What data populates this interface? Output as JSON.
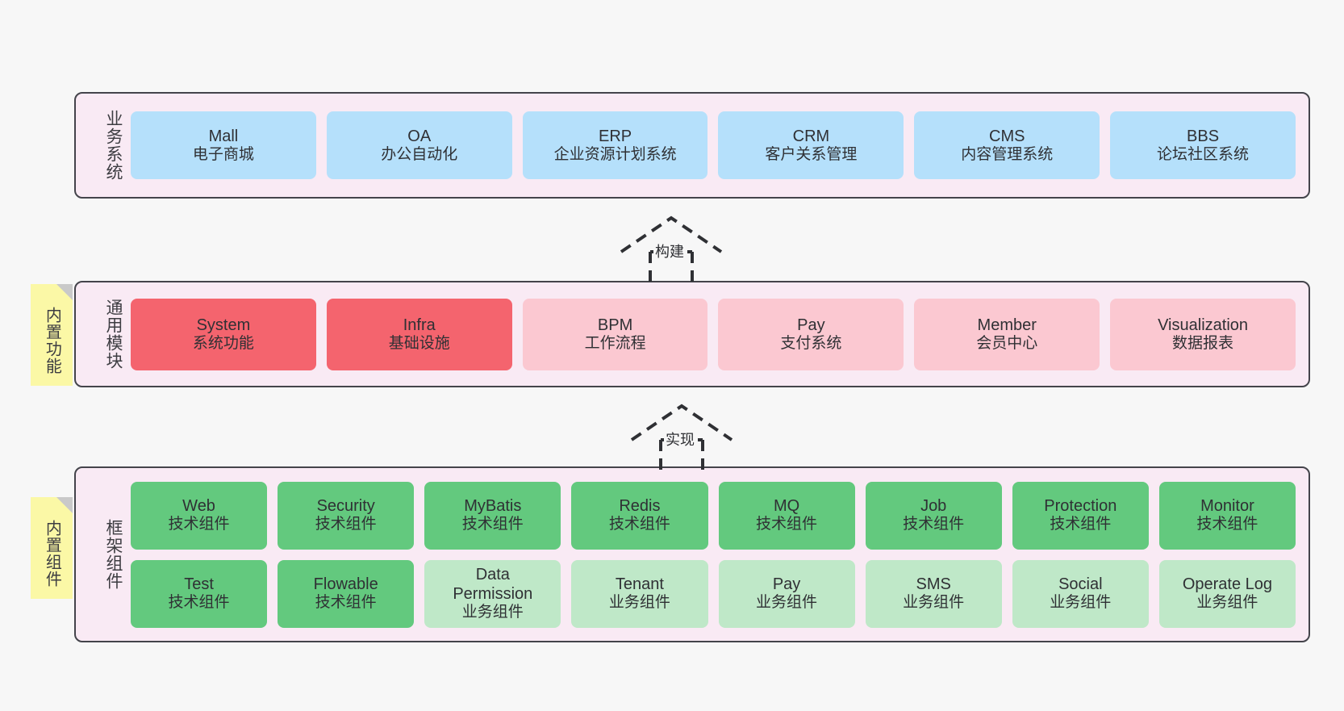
{
  "diagram": {
    "background": "#f7f7f7",
    "band_fill": "#f9eaf4",
    "band_border": "#44444b",
    "note_fill": "#fbf8a6",
    "note_fold": "#c9c9c9"
  },
  "layers": [
    {
      "id": "business",
      "title": "业务系统",
      "note": null,
      "rows": [
        {
          "items": [
            {
              "name": "Mall",
              "desc": "电子商城",
              "color": "#b5e0fb"
            },
            {
              "name": "OA",
              "desc": "办公自动化",
              "color": "#b5e0fb"
            },
            {
              "name": "ERP",
              "desc": "企业资源计划系统",
              "color": "#b5e0fb"
            },
            {
              "name": "CRM",
              "desc": "客户关系管理",
              "color": "#b5e0fb"
            },
            {
              "name": "CMS",
              "desc": "内容管理系统",
              "color": "#b5e0fb"
            },
            {
              "name": "BBS",
              "desc": "论坛社区系统",
              "color": "#b5e0fb"
            }
          ]
        }
      ]
    },
    {
      "id": "common-module",
      "title": "通用模块",
      "note": "内置功能",
      "rows": [
        {
          "items": [
            {
              "name": "System",
              "desc": "系统功能",
              "color": "#f4646e"
            },
            {
              "name": "Infra",
              "desc": "基础设施",
              "color": "#f4646e"
            },
            {
              "name": "BPM",
              "desc": "工作流程",
              "color": "#fbc8d1"
            },
            {
              "name": "Pay",
              "desc": "支付系统",
              "color": "#fbc8d1"
            },
            {
              "name": "Member",
              "desc": "会员中心",
              "color": "#fbc8d1"
            },
            {
              "name": "Visualization",
              "desc": "数据报表",
              "color": "#fbc8d1"
            }
          ]
        }
      ]
    },
    {
      "id": "framework",
      "title": "框架组件",
      "note": "内置组件",
      "rows": [
        {
          "items": [
            {
              "name": "Web",
              "desc": "技术组件",
              "color": "#63c97e"
            },
            {
              "name": "Security",
              "desc": "技术组件",
              "color": "#63c97e"
            },
            {
              "name": "MyBatis",
              "desc": "技术组件",
              "color": "#63c97e"
            },
            {
              "name": "Redis",
              "desc": "技术组件",
              "color": "#63c97e"
            },
            {
              "name": "MQ",
              "desc": "技术组件",
              "color": "#63c97e"
            },
            {
              "name": "Job",
              "desc": "技术组件",
              "color": "#63c97e"
            },
            {
              "name": "Protection",
              "desc": "技术组件",
              "color": "#63c97e"
            },
            {
              "name": "Monitor",
              "desc": "技术组件",
              "color": "#63c97e"
            }
          ]
        },
        {
          "items": [
            {
              "name": "Test",
              "desc": "技术组件",
              "color": "#63c97e"
            },
            {
              "name": "Flowable",
              "desc": "技术组件",
              "color": "#63c97e"
            },
            {
              "name": "Data Permission",
              "desc": "业务组件",
              "color": "#bfe8c8"
            },
            {
              "name": "Tenant",
              "desc": "业务组件",
              "color": "#bfe8c8"
            },
            {
              "name": "Pay",
              "desc": "业务组件",
              "color": "#bfe8c8"
            },
            {
              "name": "SMS",
              "desc": "业务组件",
              "color": "#bfe8c8"
            },
            {
              "name": "Social",
              "desc": "业务组件",
              "color": "#bfe8c8"
            },
            {
              "name": "Operate Log",
              "desc": "业务组件",
              "color": "#bfe8c8"
            }
          ]
        }
      ]
    }
  ],
  "connectors": [
    {
      "id": "build",
      "label": "构建"
    },
    {
      "id": "implement",
      "label": "实现"
    }
  ]
}
